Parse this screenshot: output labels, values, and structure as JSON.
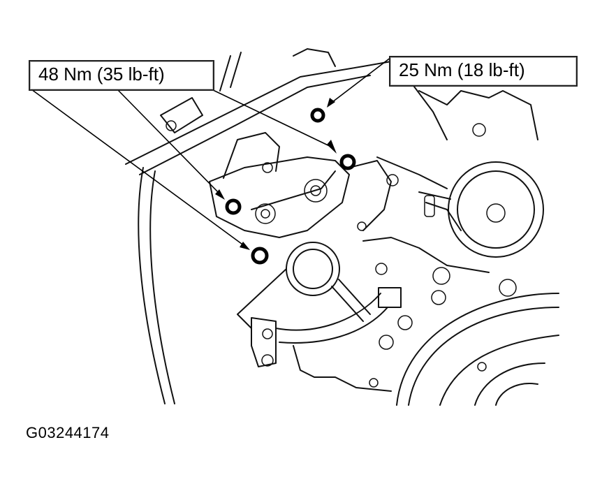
{
  "diagram": {
    "subject": "engine front line drawing with torque specification callouts",
    "callouts": [
      {
        "id": "callout-48",
        "label": "48 Nm (35 lb-ft)",
        "torque_nm": 48,
        "torque_lbft": 35,
        "bolt_count": 3
      },
      {
        "id": "callout-25",
        "label": "25 Nm (18 lb-ft)",
        "torque_nm": 25,
        "torque_lbft": 18,
        "bolt_count": 1
      }
    ],
    "figure_id": "G03244174"
  },
  "colors": {
    "line": "#111111",
    "background": "#ffffff",
    "callout_border": "#222222"
  }
}
